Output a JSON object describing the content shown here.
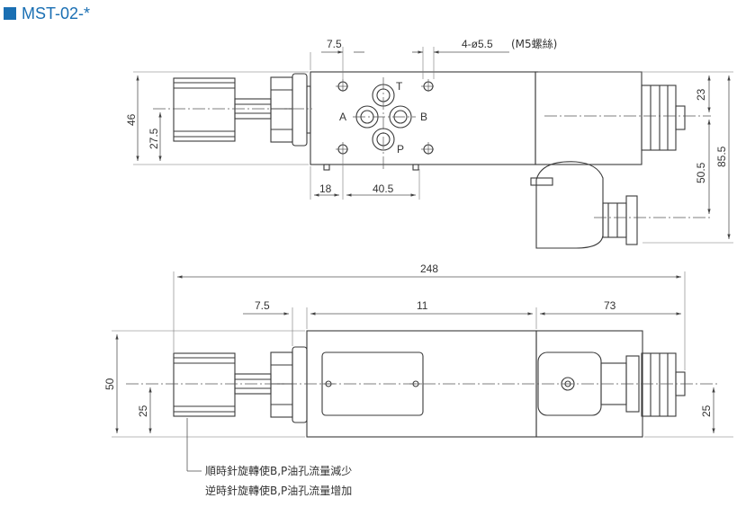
{
  "title": "MST-02-*",
  "title_marker_color": "#1a6fb3",
  "top_view": {
    "dim_7_5": "7.5",
    "dim_bolts": "4-ø5.5",
    "dim_bolts_note": "(M5螺絲)",
    "port_T": "T",
    "port_A": "A",
    "port_B": "B",
    "port_P": "P",
    "dim_46": "46",
    "dim_27_5": "27.5",
    "dim_18": "18",
    "dim_40_5": "40.5",
    "dim_23": "23",
    "dim_50_5": "50.5",
    "dim_85_5": "85.5"
  },
  "side_view": {
    "dim_248": "248",
    "dim_7_5": "7.5",
    "dim_11": "11",
    "dim_73": "73",
    "dim_50": "50",
    "dim_25_left": "25",
    "dim_25_right": "25"
  },
  "notes": {
    "line1": "順時針旋轉使B,P油孔流量減少",
    "line2": "逆時針旋轉使B,P油孔流量增加"
  }
}
